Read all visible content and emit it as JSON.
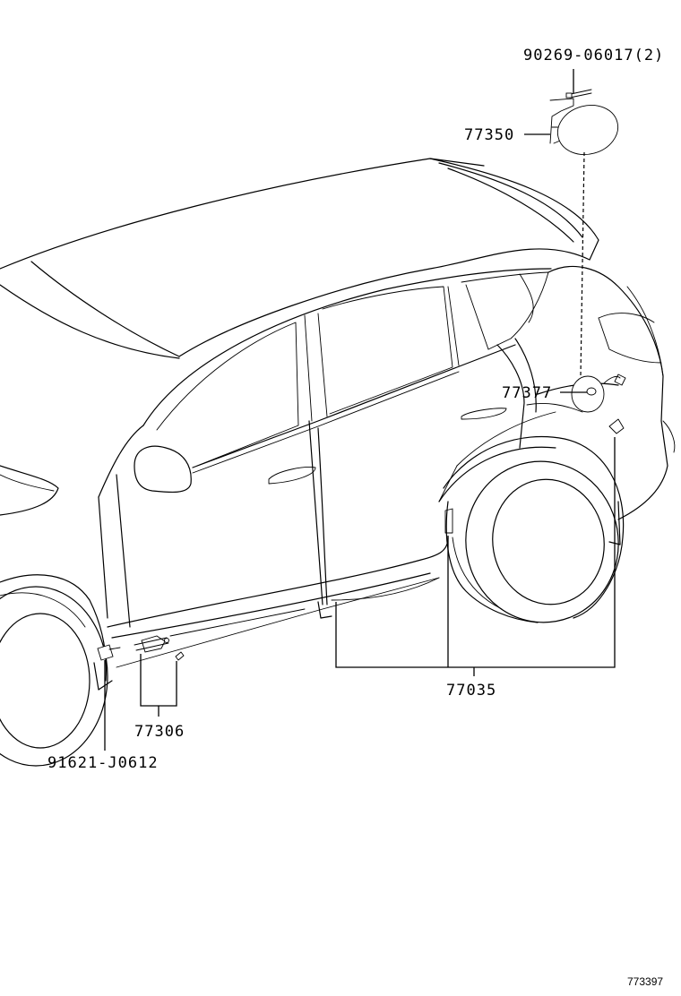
{
  "labels": {
    "p90269": "90269-06017(2)",
    "p77350": "77350",
    "p77377": "77377",
    "p77035": "77035",
    "p77306": "77306",
    "p91621": "91621-J0612"
  },
  "figure_number": "773397"
}
